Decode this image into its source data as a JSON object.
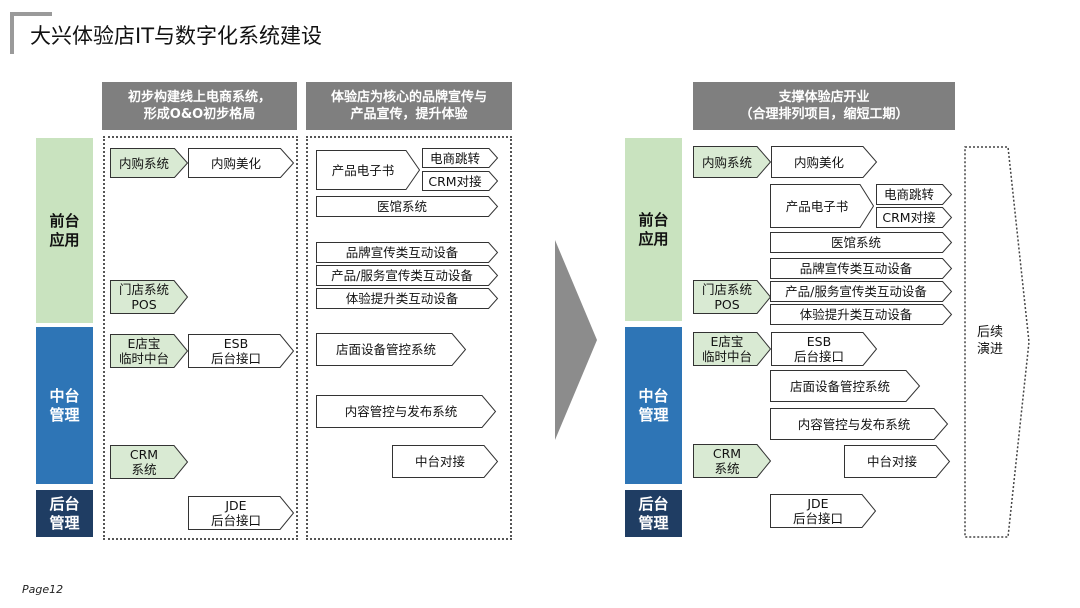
{
  "title": "大兴体验店IT与数字化系统建设",
  "page_label": "Page12",
  "left_headers": {
    "col1": "初步构建线上电商系统，\n形成O&O初步格局",
    "col2": "体验店为核心的品牌宣传与\n产品宣传，提升体验"
  },
  "right_header": "支撑体验店开业\n（合理排列项目，缩短工期）",
  "categories": {
    "front": "前台\n应用",
    "mid": "中台\n管理",
    "back": "后台\n管理"
  },
  "boxes": {
    "neigou": "内购系统",
    "neigou_meihua": "内购美化",
    "mendian_pos": "门店系统\nPOS",
    "edianbao": "E店宝\n临时中台",
    "esb": "ESB\n后台接口",
    "crm_sys": "CRM\n系统",
    "jde": "JDE\n后台接口",
    "product_ebook": "产品电子书",
    "ecom_jump": "电商跳转",
    "crm_dock": "CRM对接",
    "yiguan": "医馆系统",
    "brand_device": "品牌宣传类互动设备",
    "product_service_device": "产品/服务宣传类互动设备",
    "experience_device": "体验提升类互动设备",
    "store_device": "店面设备管控系统",
    "content_system": "内容管控与发布系统",
    "mid_dock": "中台对接"
  },
  "follow_up": "后续\n演进",
  "colors": {
    "header_gray": "#7f7f7f",
    "front_green": "#c9e3bf",
    "mid_blue": "#2e75b6",
    "back_navy": "#1f3d63",
    "big_arrow_gray": "#8c8c8c"
  }
}
